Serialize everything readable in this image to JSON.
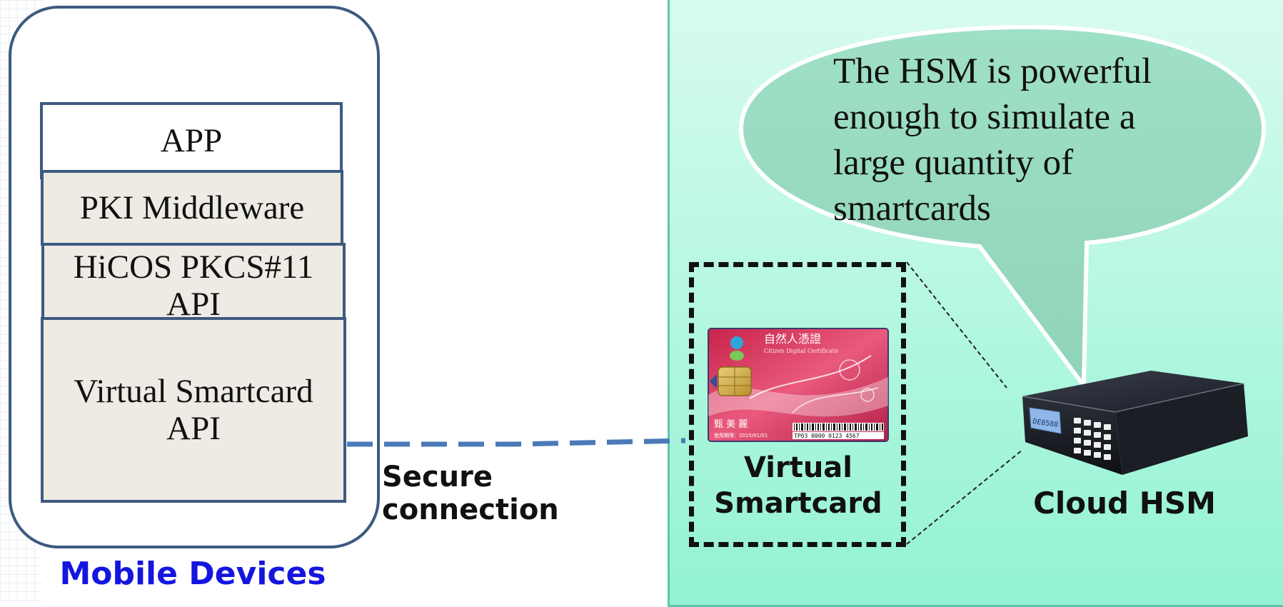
{
  "mobile": {
    "layers": {
      "app": "APP",
      "pki": "PKI Middleware",
      "hicos_line1": "HiCOS PKCS#11",
      "hicos_line2": "API",
      "vsc_line1": "Virtual Smartcard",
      "vsc_line2": "API"
    },
    "caption": "Mobile Devices",
    "caption_color": "#1515e0"
  },
  "connection": {
    "label": "Secure connection",
    "line_color": "#4a7ab8"
  },
  "cloud": {
    "bubble_text": [
      "The HSM is powerful",
      "enough to simulate a",
      "large quantity of",
      "smartcards"
    ],
    "virtual_smartcard_label": [
      "Virtual",
      "Smartcard"
    ],
    "hsm_label": "Cloud HSM",
    "card": {
      "title": "自然人憑證",
      "subtitle": "Citizen Digital Certificate",
      "name": "甄 美 麗",
      "expiry": "使用期限：2015/01/01",
      "serial": "TP03 0000 0123 4567"
    },
    "hsm_display": "DE0588"
  },
  "colors": {
    "device_border": "#3d5a80",
    "layer_fill": "#edebe3",
    "cloud_fill": "#b9f8e2",
    "bubble_fill": "#a7e6cd"
  }
}
